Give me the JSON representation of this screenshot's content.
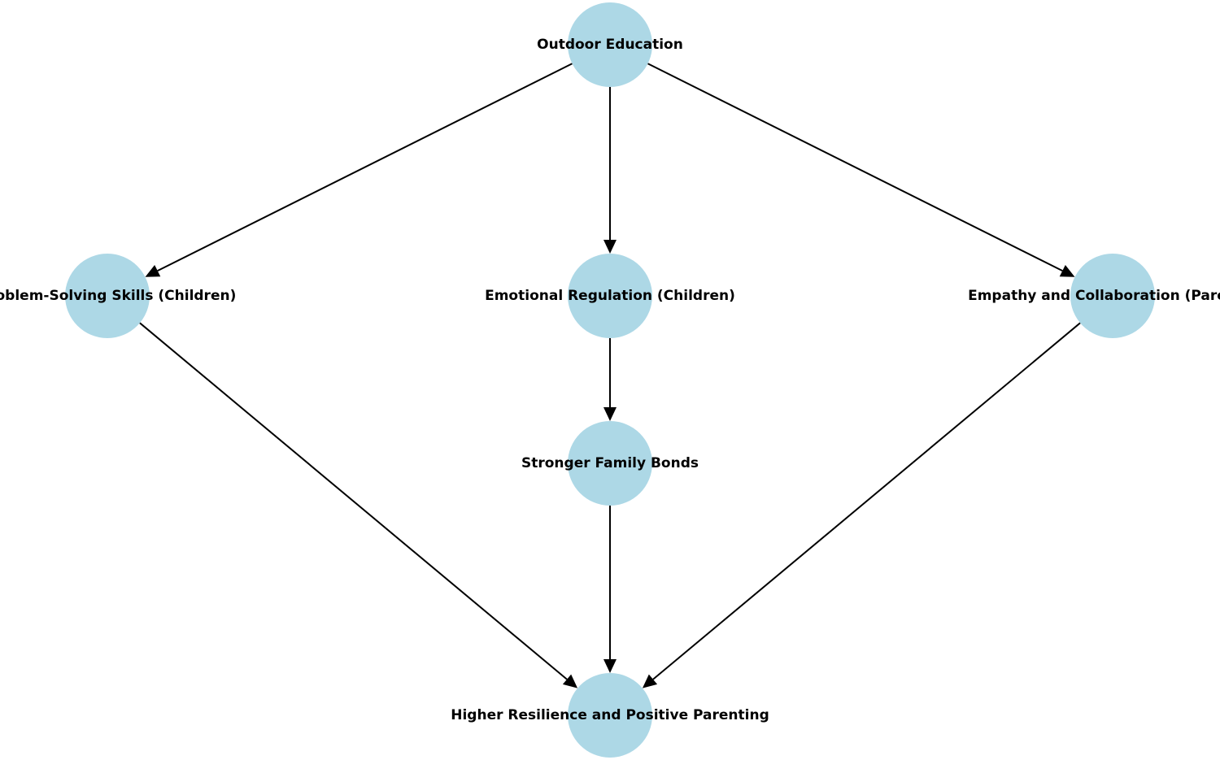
{
  "colors": {
    "node_fill": "#add8e6",
    "edge": "#000000",
    "label": "#000000",
    "background": "#ffffff"
  },
  "nodes": [
    {
      "id": "outdoor-education",
      "label": "Outdoor Education"
    },
    {
      "id": "problem-solving",
      "label": "Problem-Solving Skills (Children)"
    },
    {
      "id": "emotional-regulation",
      "label": "Emotional Regulation (Children)"
    },
    {
      "id": "empathy-collaboration",
      "label": "Empathy and Collaboration (Parents)"
    },
    {
      "id": "family-bonds",
      "label": "Stronger Family Bonds"
    },
    {
      "id": "resilience-parenting",
      "label": "Higher Resilience and Positive Parenting"
    }
  ],
  "edges": [
    {
      "from": "outdoor-education",
      "to": "problem-solving"
    },
    {
      "from": "outdoor-education",
      "to": "emotional-regulation"
    },
    {
      "from": "outdoor-education",
      "to": "empathy-collaboration"
    },
    {
      "from": "emotional-regulation",
      "to": "family-bonds"
    },
    {
      "from": "problem-solving",
      "to": "resilience-parenting"
    },
    {
      "from": "family-bonds",
      "to": "resilience-parenting"
    },
    {
      "from": "empathy-collaboration",
      "to": "resilience-parenting"
    }
  ]
}
